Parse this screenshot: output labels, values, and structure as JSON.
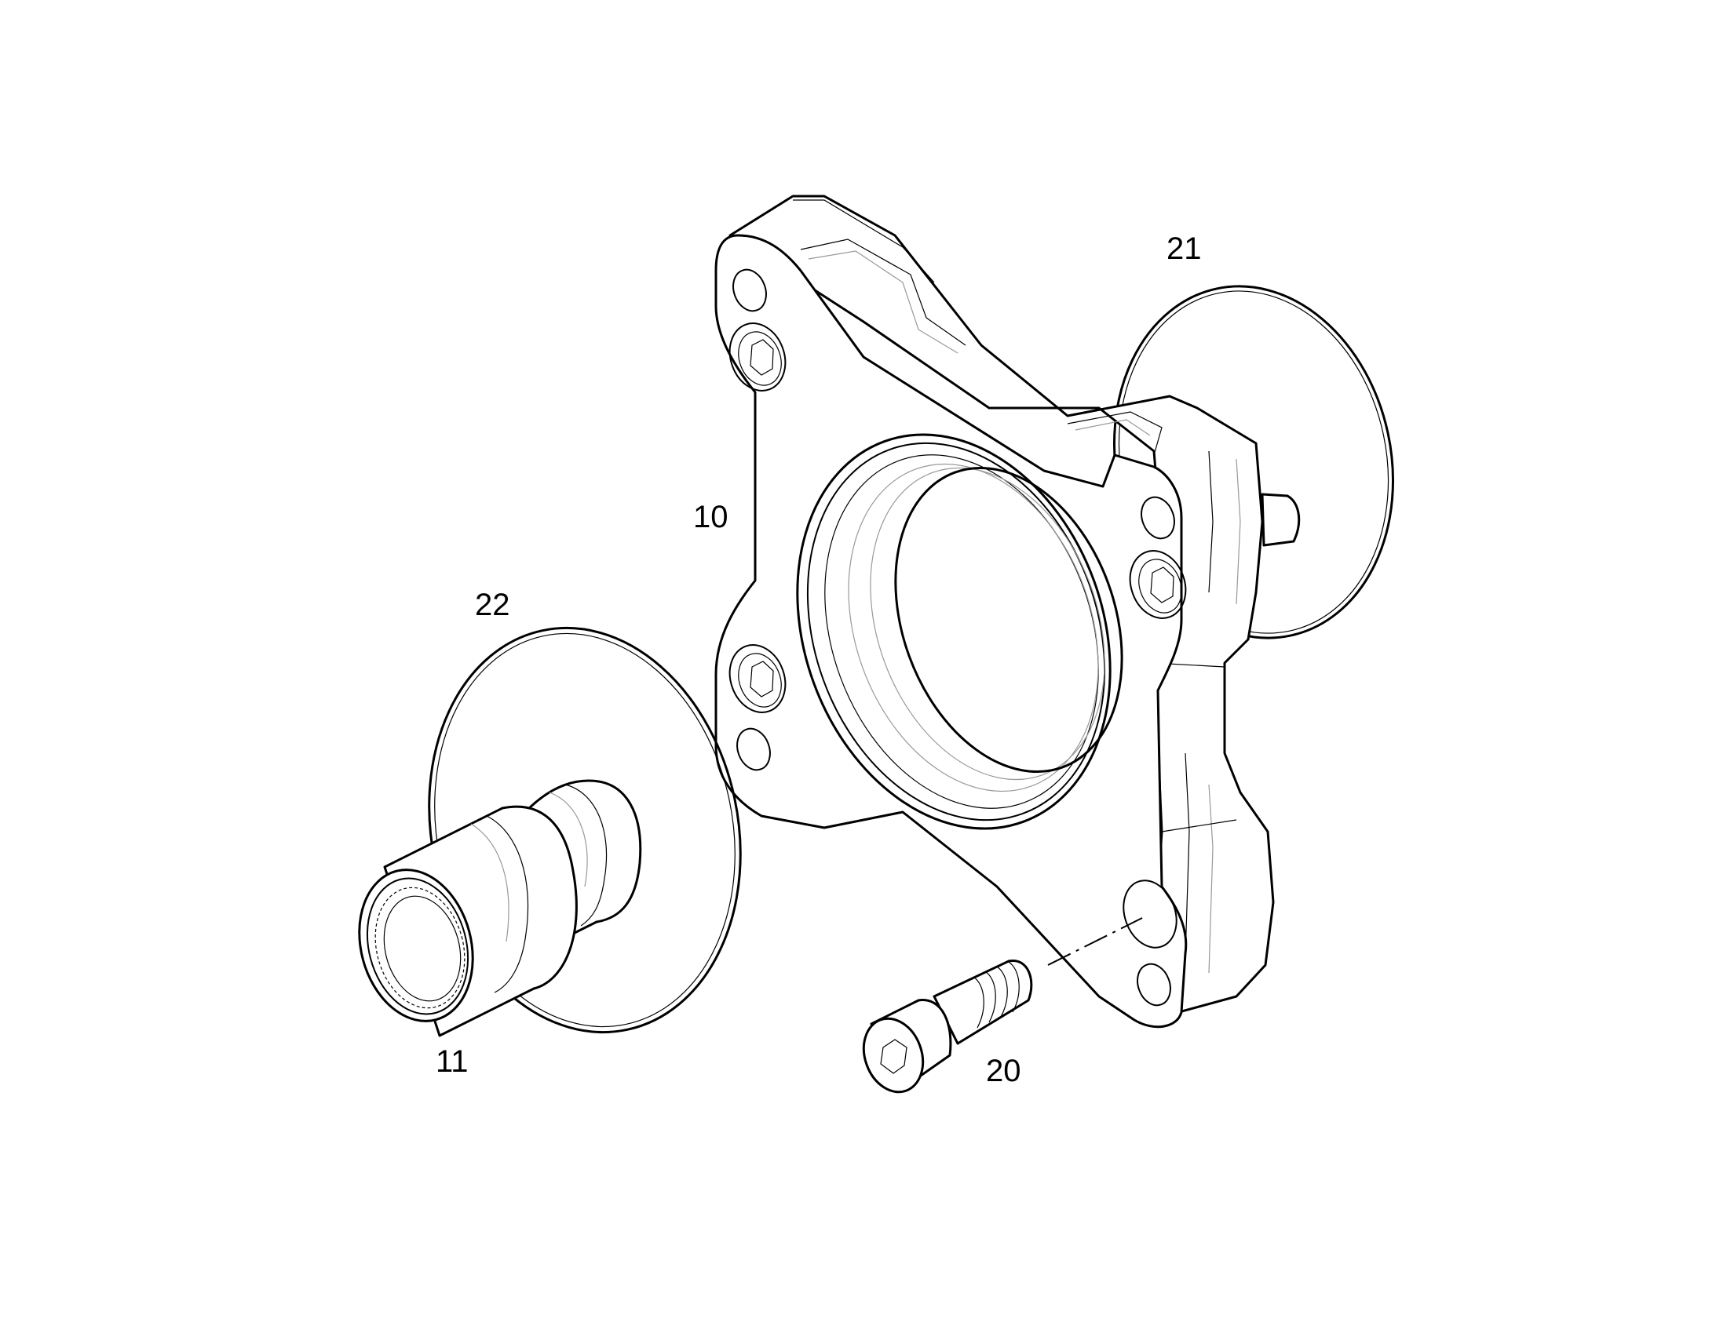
{
  "labels": {
    "housing": "10",
    "sleeve": "11",
    "screw": "20",
    "oring_right": "21",
    "oring_left": "22"
  },
  "colors": {
    "line": "#000000",
    "background": "#ffffff"
  }
}
